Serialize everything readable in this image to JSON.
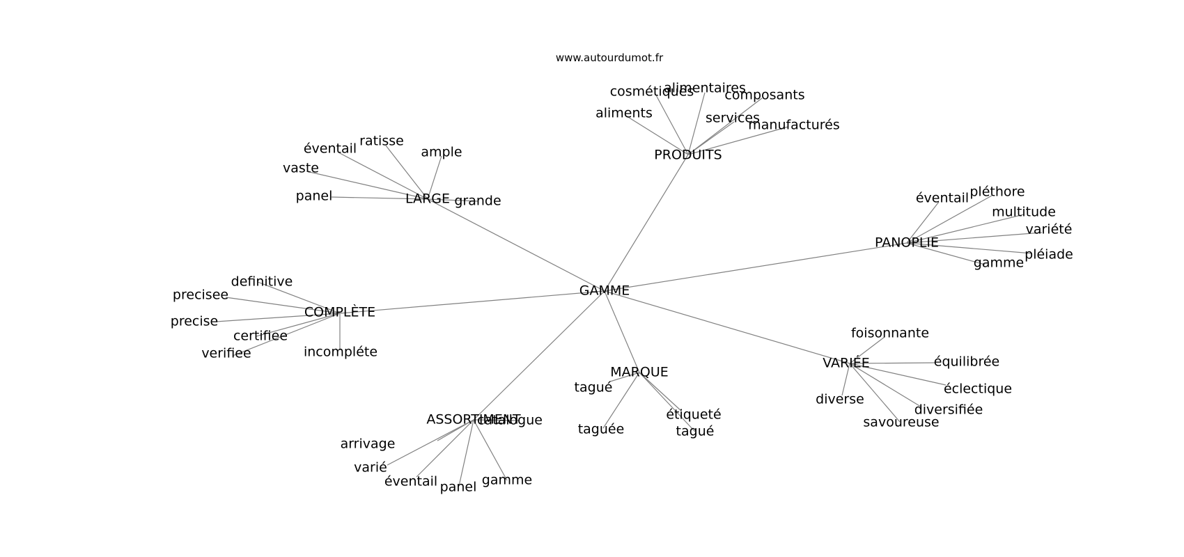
{
  "source": "www.autourdumot.fr",
  "colors": {
    "edge": "#808080",
    "text": "#000000",
    "background": "#ffffff"
  },
  "root": "GAMME",
  "groups": [
    {
      "id": "PRODUITS",
      "label": "PRODUITS",
      "leaves": [
        "cosmétiques",
        "alimentaires",
        "composants",
        "aliments",
        "services",
        "manufacturés"
      ]
    },
    {
      "id": "LARGE",
      "label": "LARGE",
      "leaves": [
        "éventail",
        "ratisse",
        "ample",
        "vaste",
        "panel",
        "grande"
      ]
    },
    {
      "id": "PANOPLIE",
      "label": "PANOPLIE",
      "leaves": [
        "éventail",
        "pléthore",
        "multitude",
        "variété",
        "pléiade",
        "gamme"
      ]
    },
    {
      "id": "COMPLETE",
      "label": "COMPLÈTE",
      "leaves": [
        "definitive",
        "precisee",
        "precise",
        "certifiee",
        "verifiee",
        "incompléte"
      ]
    },
    {
      "id": "VARIEE",
      "label": "VARIÉE",
      "leaves": [
        "foisonnante",
        "équilibrée",
        "éclectique",
        "diverse",
        "diversifiée",
        "savoureuse"
      ]
    },
    {
      "id": "MARQUE",
      "label": "MARQUE",
      "leaves": [
        "tagué",
        "étiqueté",
        "taguée",
        "tagué"
      ]
    },
    {
      "id": "ASSORTIMENT",
      "label": "ASSORTIMENT",
      "leaves": [
        "catalogue",
        "arrivage",
        "varié",
        "éventail",
        "panel",
        "gamme"
      ]
    }
  ]
}
